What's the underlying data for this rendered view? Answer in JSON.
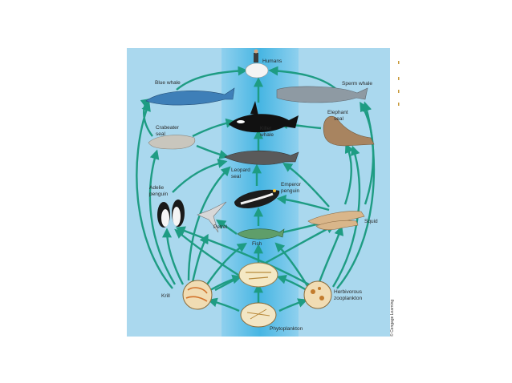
{
  "diagram": {
    "labels": {
      "humans": "Humans",
      "blue_whale": "Blue whale",
      "sperm_whale": "Sperm whale",
      "elephant_seal_1": "Elephant",
      "elephant_seal_2": "seal",
      "crabeater_seal_1": "Crabeater",
      "crabeater_seal_2": "seal",
      "killer_whale_1": "Killer",
      "killer_whale_2": "whale",
      "leopard_seal_1": "Leopard",
      "leopard_seal_2": "seal",
      "emperor_penguin_1": "Emperor",
      "emperor_penguin_2": "penguin",
      "adelie_penguin_1": "Adelie",
      "adelie_penguin_2": "penguin",
      "petrel": "Petrel",
      "squid": "Squid",
      "fish": "Fish",
      "krill": "Krill",
      "herbivorous_zooplankton_1": "Herbivorous",
      "herbivorous_zooplankton_2": "zooplankton",
      "phytoplankton": "Phytoplankton"
    },
    "credit": "© Cengage Learning",
    "colors": {
      "background": "#aad8ee",
      "band": "#5cbfe6",
      "arrow": "#1e9c83",
      "side_marks": "#c89a3a"
    }
  }
}
